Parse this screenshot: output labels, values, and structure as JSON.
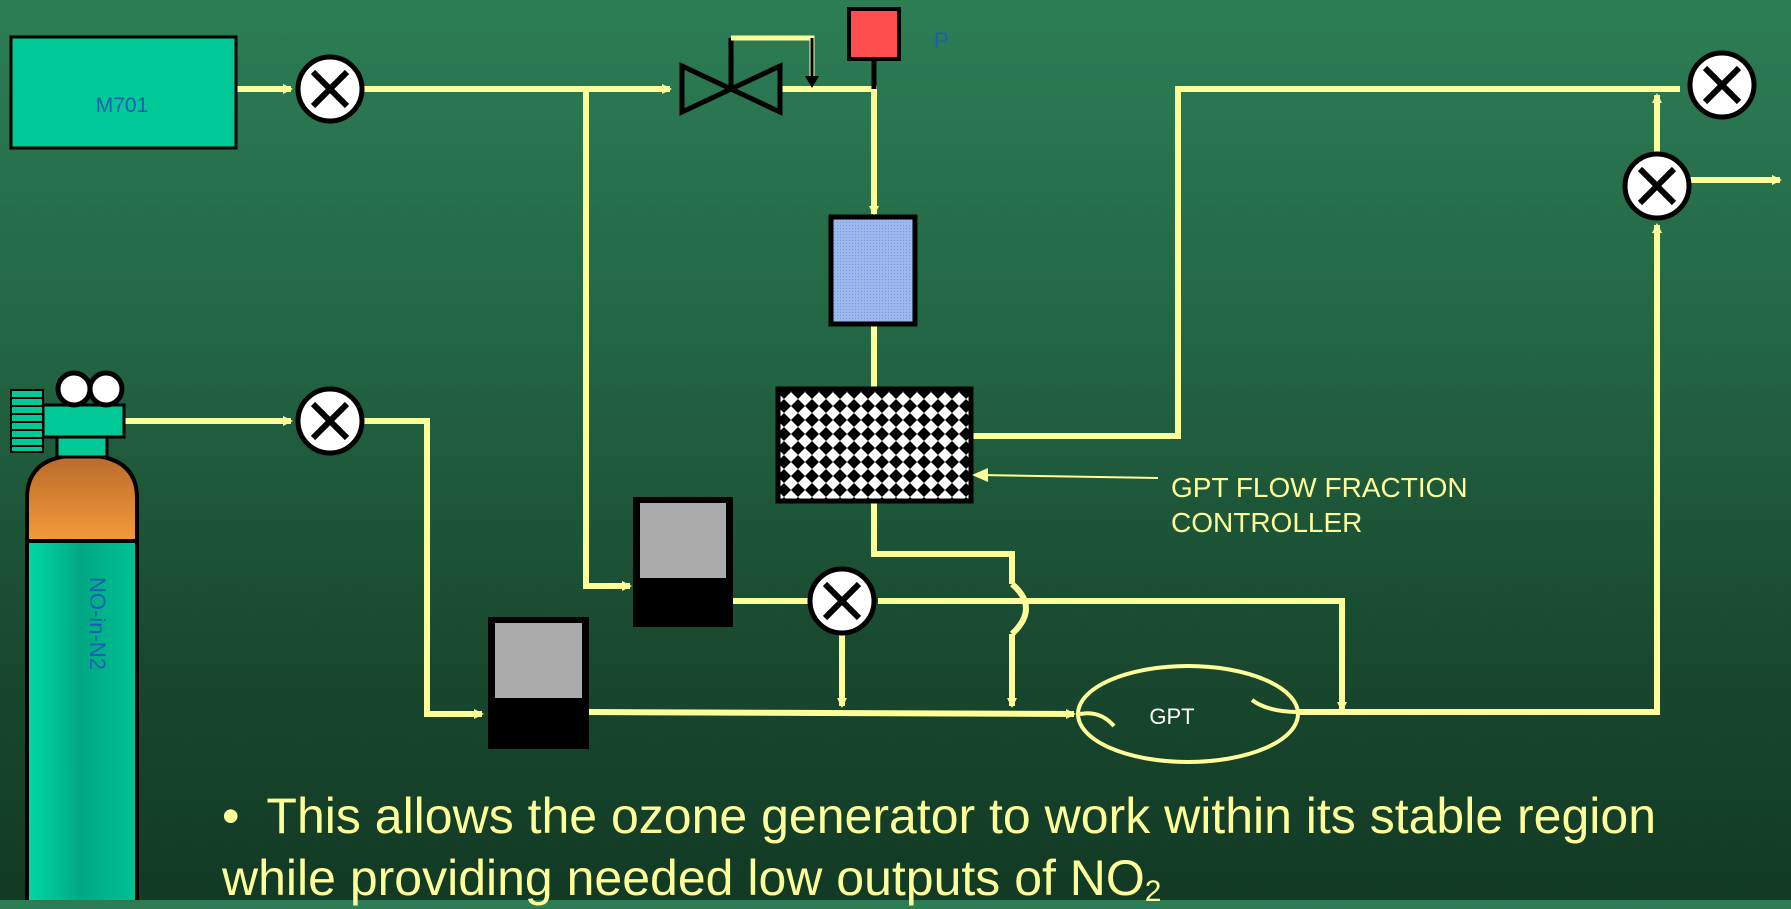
{
  "diagram": {
    "labels": {
      "analyzer": "M701",
      "pressure": "P",
      "cylinder": "NO-in-N2",
      "gpt_chamber": "GPT",
      "flow_controller_line1": "GPT FLOW FRACTION",
      "flow_controller_line2": "CONTROLLER"
    }
  },
  "caption": {
    "bullet": "•",
    "text": "This allows the ozone generator to work within its stable region while providing needed low outputs of NO",
    "subscript": "2"
  },
  "colors": {
    "line": "#ffff99",
    "analyzer_box": "#00c896",
    "pressure_sensor": "#ff4d4d",
    "ozone_generator": "#9db8ee",
    "cylinder_body": "#00b894",
    "cylinder_top": "#f0892e"
  }
}
